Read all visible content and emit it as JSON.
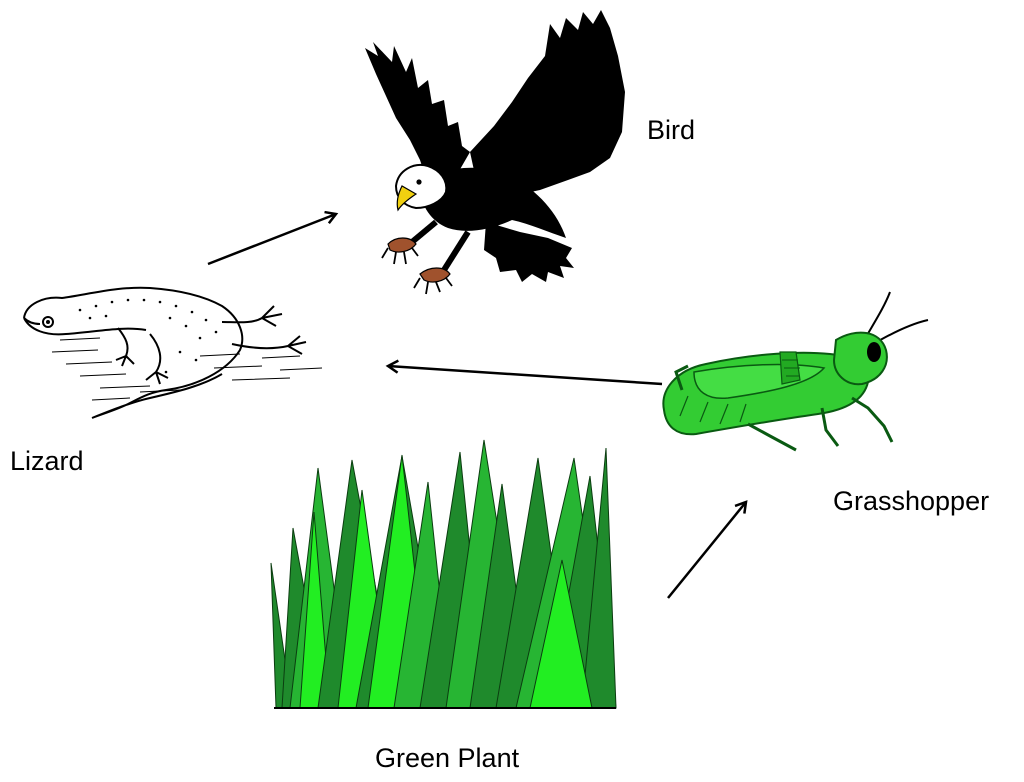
{
  "organisms": {
    "bird": {
      "label": "Bird",
      "icon": "eagle-icon"
    },
    "lizard": {
      "label": "Lizard",
      "icon": "lizard-icon"
    },
    "grasshopper": {
      "label": "Grasshopper",
      "icon": "grasshopper-icon"
    },
    "plant": {
      "label": "Green Plant",
      "icon": "grass-icon"
    }
  },
  "arrows": [
    {
      "from": "Green Plant",
      "to": "Grasshopper"
    },
    {
      "from": "Grasshopper",
      "to": "Lizard"
    },
    {
      "from": "Lizard",
      "to": "Bird"
    }
  ],
  "colors": {
    "grass_dark": "#1f8a2c",
    "grass_mid": "#27b533",
    "grass_light": "#22ee22",
    "grasshopper": "#33cc33",
    "bird_body": "#000000",
    "bird_beak": "#f0d010",
    "bird_talon": "#a0522d"
  }
}
